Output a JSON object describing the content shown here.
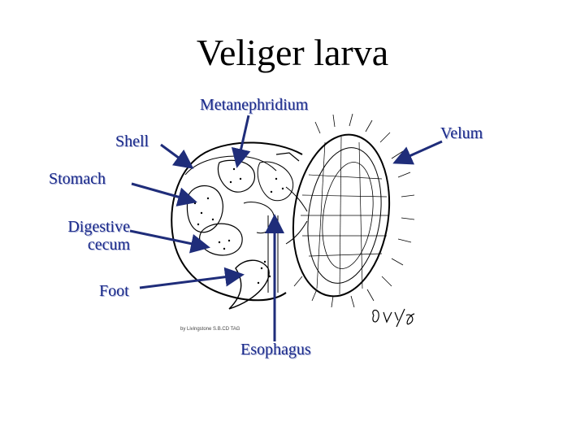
{
  "title": "Veliger larva",
  "labels": {
    "metanephridium": "Metanephridium",
    "velum": "Velum",
    "shell": "Shell",
    "stomach": "Stomach",
    "digestive_cecum": [
      "Digestive",
      "cecum"
    ],
    "foot": "Foot",
    "esophagus": "Esophagus"
  },
  "credit": "by Livingstone S.B.CD TAG",
  "signature": "Guy/96",
  "colors": {
    "label": "#1a2a8a",
    "arrow": "#1f2d7a",
    "drawing": "#000000"
  }
}
